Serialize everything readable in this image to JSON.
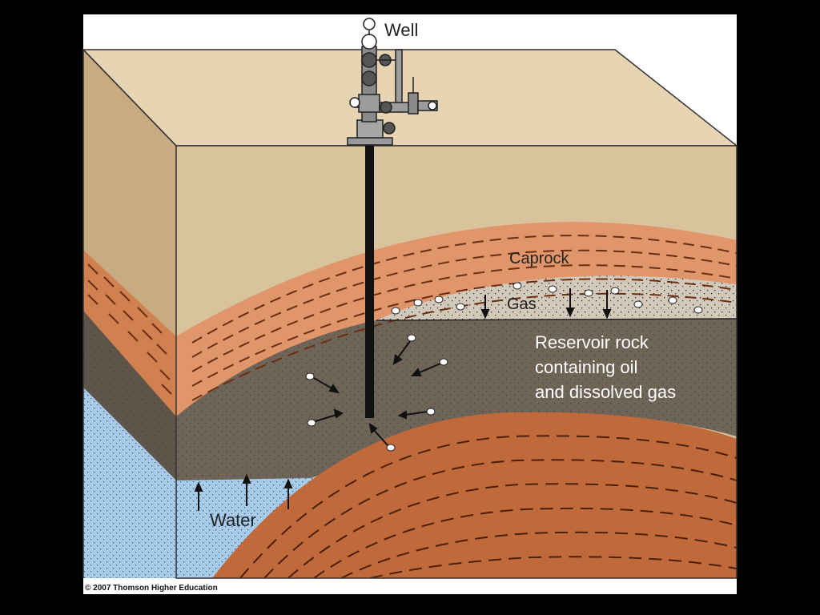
{
  "labels": {
    "well": "Well",
    "caprock": "Caprock",
    "gas": "Gas",
    "reservoir": [
      "Reservoir rock",
      "containing oil",
      "and dissolved gas"
    ],
    "water": "Water"
  },
  "credit": "© 2007 Thomson Higher Education",
  "colors": {
    "background": "#000000",
    "panel": "#ffffff",
    "surface_top": "#e6d4b2",
    "soil_front": "#d9c39c",
    "soil_side": "#c9ab82",
    "caprock": "#e0956b",
    "gas_zone": "#d3c9bb",
    "reservoir": "#6f6458",
    "reservoir_side": "#5e5449",
    "water": "#a9cbea",
    "basement": "#c06a3c",
    "well": "#111111"
  }
}
